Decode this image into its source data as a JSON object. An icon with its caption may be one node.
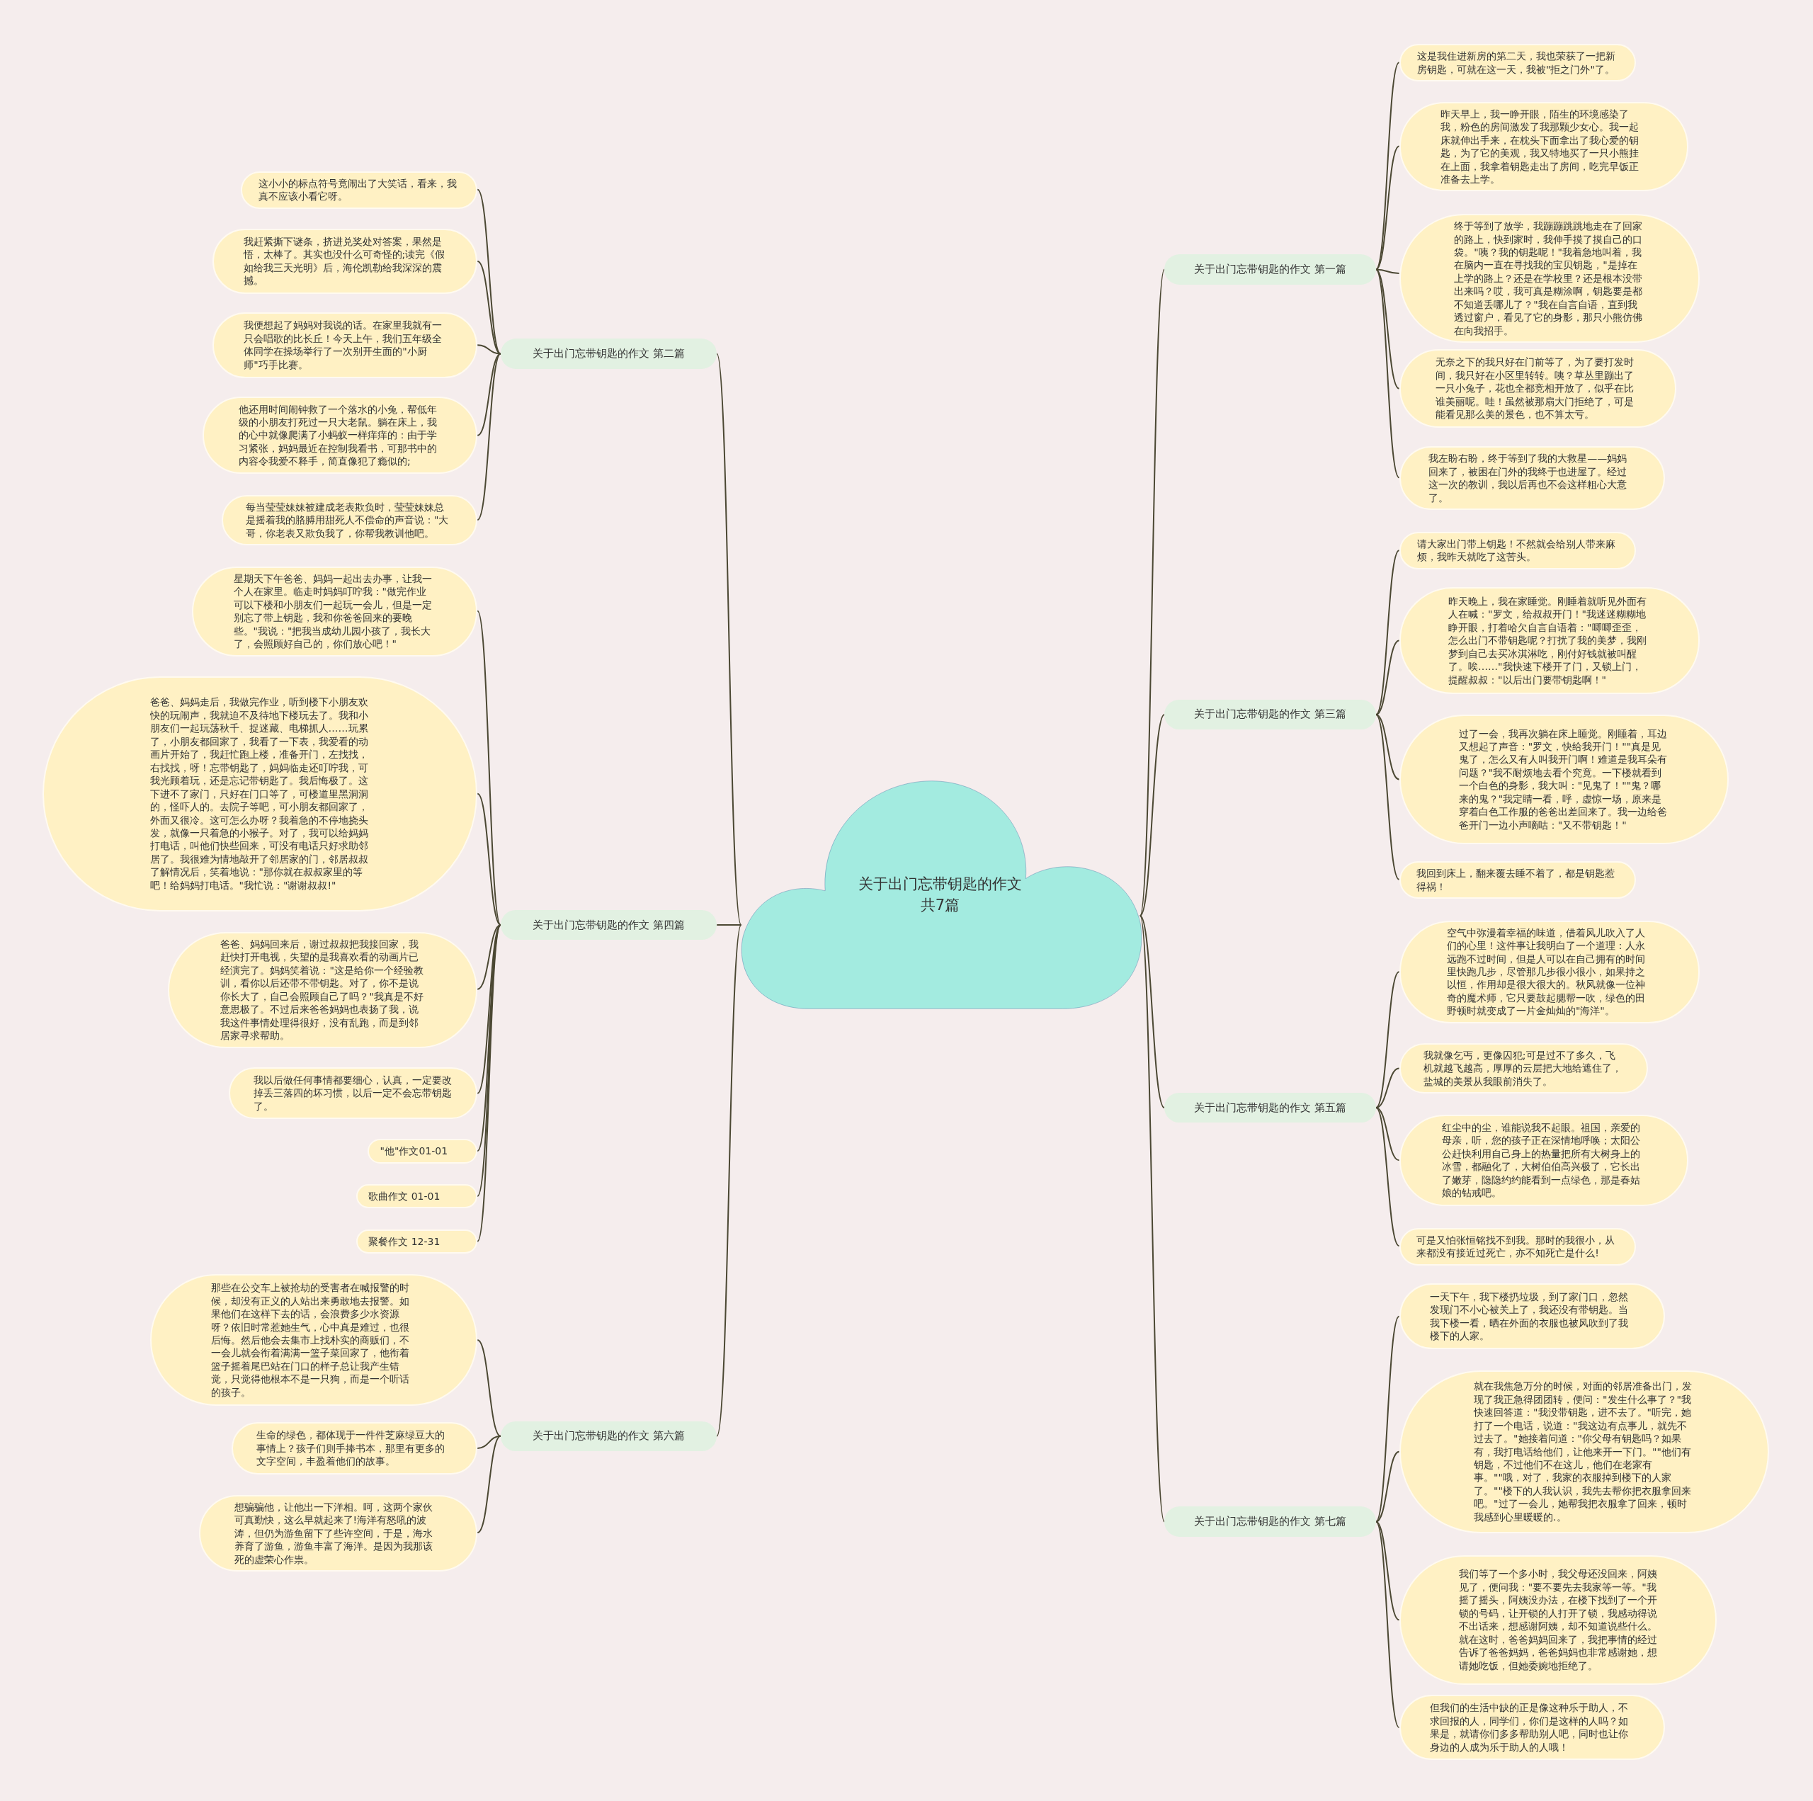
{
  "diagram": {
    "nodes": [
      {
        "text": [
          "关于出门忘带钥匙的作文共7篇"
        ]
      },
      {
        "text": [
          "关于出门忘带钥匙的作文 第一篇"
        ]
      },
      {
        "text": [
          "这是我住进新房的第二天，我也荣获了一把新房钥匙，可就在这一天，我被\"拒之门外\"了。"
        ]
      },
      {
        "text": [
          "昨天早上，我一睁开眼，陌生的环境感染了我，粉色的房间激发了我那颗少女心。我一起床就伸出手来，在枕头下面拿出了我心爱的钥匙，为了它的美观，我又特地买了一只小熊挂在上面，我拿着钥匙走出了房间，吃完早饭正准备去上学。"
        ]
      },
      {
        "text": [
          "终于等到了放学，我蹦蹦跳跳地走在了回家的路上，快到家时，我伸手摸了摸自己的口袋。\"咦？我的钥匙呢！\"我着急地叫着，我在脑内一直在寻找我的宝贝钥匙，\"是掉在上学的路上？还是在学校里？还是根本没带出来吗？哎，我可真是糊涂啊，钥匙要是都不知道丢哪儿了？\"我在自言自语，直到我透过窗户，看见了它的身影，那只小熊仿佛在向我招手。"
        ]
      },
      {
        "text": [
          "无奈之下的我只好在门前等了，为了要打发时间，我只好在小区里转转。咦？草丛里蹦出了一只小兔子，花也全都竞相开放了，似乎在比谁美丽呢。哇！虽然被那扇大门拒绝了，可是能看见那么美的景色，也不算太亏。"
        ]
      },
      {
        "text": [
          "我左盼右盼，终于等到了我的大救星——妈妈回来了，被困在门外的我终于也进屋了。经过这一次的教训，我以后再也不会这样粗心大意了。"
        ]
      },
      {
        "text": [
          "关于出门忘带钥匙的作文 第二篇"
        ]
      },
      {
        "text": [
          "这小小的标点符号竟闹出了大笑话，看来，我真不应该小看它呀。"
        ]
      },
      {
        "text": [
          "我赶紧撕下谜条，挤进兑奖处对答案，果然是悟，太棒了。其实也没什么可奇怪的;读完《假如给我三天光明》后，海伦凯勒给我深深的震撼。"
        ]
      },
      {
        "text": [
          "我便想起了妈妈对我说的话。在家里我就有一只会唱歌的比长丘！今天上午，我们五年级全体同学在操场举行了一次别开生面的\"小厨师\"巧手比赛。"
        ]
      },
      {
        "text": [
          "他还用时间闹钟救了一个落水的小兔，帮低年级的小朋友打死过一只大老鼠。躺在床上，我的心中就像爬满了小蚂蚁一样痒痒的：由于学习紧张，妈妈最近在控制我看书，可那书中的内容令我爱不释手，简直像犯了瘾似的;"
        ]
      },
      {
        "text": [
          "每当莹莹妹妹被建成老表欺负时，莹莹妹妹总是摇着我的胳膊用甜死人不偿命的声音说：\"大哥，你老表又欺负我了，你帮我教训他吧。"
        ]
      },
      {
        "text": [
          "关于出门忘带钥匙的作文 第三篇"
        ]
      },
      {
        "text": [
          "请大家出门带上钥匙！不然就会给别人带来麻烦，我昨天就吃了这苦头。"
        ]
      },
      {
        "text": [
          "昨天晚上，我在家睡觉。刚睡着就听见外面有人在喊：\"罗文，给叔叔开门！\"我迷迷糊糊地睁开眼，打着哈欠自言自语着：\"唧唧歪歪，怎么出门不带钥匙呢？打扰了我的美梦，我刚梦到自己去买冰淇淋吃，刚付好钱就被叫醒了。唉……\"我快速下楼开了门，又锁上门，提醒叔叔：\"以后出门要带钥匙啊！\""
        ]
      },
      {
        "text": [
          "过了一会，我再次躺在床上睡觉。刚睡着，耳边又想起了声音：\"罗文，快给我开门！\"\"真是见鬼了，怎么又有人叫我开门啊！难道是我耳朵有问题？\"我不耐烦地去看个究竟。一下楼就看到一个白色的身影，我大叫：\"见鬼了！\"\"鬼？哪来的鬼？\"我定睛一看，呼，虚惊一场，原来是穿着白色工作服的爸爸出差回来了。我一边给爸爸开门一边小声嘀咕：\"又不带钥匙！\""
        ]
      },
      {
        "text": [
          "我回到床上，翻来覆去睡不着了，都是钥匙惹得祸！"
        ]
      },
      {
        "text": [
          "关于出门忘带钥匙的作文 第四篇"
        ]
      },
      {
        "text": [
          "星期天下午爸爸、妈妈一起出去办事，让我一个人在家里。临走时妈妈叮咛我：\"做完作业可以下楼和小朋友们一起玩一会儿，但是一定别忘了带上钥匙，我和你爸爸回来的要晚些。\"我说：\"把我当成幼儿园小孩了，我长大了，会照顾好自己的，你们放心吧！\""
        ]
      },
      {
        "text": [
          "爸爸、妈妈走后，我做完作业，听到楼下小朋友欢快的玩闹声，我就迫不及待地下楼玩去了。我和小朋友们一起玩荡秋千、捉迷藏、电梯抓人……玩累了，小朋友都回家了，我看了一下表，我爱看的动画片开始了，我赶忙跑上楼，准备开门，左找找，右找找，呀！忘带钥匙了，妈妈临走还叮咛我，可我光顾着玩，还是忘记带钥匙了。我后悔极了。这下进不了家门，只好在门口等了，可楼道里黑洞洞的，怪吓人的。去院子等吧，可小朋友都回家了，外面又很冷。这可怎么办呀？我着急的不停地挠头发，就像一只着急的小猴子。对了，我可以给妈妈打电话，叫他们快些回来，可没有电话只好求助邻居了。我很难为情地敲开了邻居家的门，邻居叔叔了解情况后，笑着地说：\"那你就在叔叔家里的等吧！给妈妈打电话。\"我忙说：\"谢谢叔叔!\""
        ]
      },
      {
        "text": [
          "爸爸、妈妈回来后，谢过叔叔把我接回家，我赶快打开电视，失望的是我喜欢看的动画片已经演完了。妈妈笑着说：\"这是给你一个经验教训，看你以后还带不带钥匙。对了，你不是说你长大了，自己会照顾自己了吗？\"我真是不好意思极了。不过后来爸爸妈妈也表扬了我，说我这件事情处理得很好，没有乱跑，而是到邻居家寻求帮助。"
        ]
      },
      {
        "text": [
          "我以后做任何事情都要细心，认真，一定要改掉丢三落四的坏习惯，以后一定不会忘带钥匙了。"
        ]
      },
      {
        "text": [
          "\"他\"作文01-01"
        ]
      },
      {
        "text": [
          "歌曲作文 01-01"
        ]
      },
      {
        "text": [
          "聚餐作文 12-31"
        ]
      },
      {
        "text": [
          "关于出门忘带钥匙的作文 第五篇"
        ]
      },
      {
        "text": [
          "空气中弥漫着幸福的味道，借着风儿吹入了人们的心里！这件事让我明白了一个道理：人永远跑不过时间，但是人可以在自己拥有的时间里快跑几步，尽管那几步很小很小，如果持之以恒，作用却是很大很大的。秋风就像一位神奇的魔术师，它只要鼓起腮帮一吹，绿色的田野顿时就变成了一片金灿灿的\"海洋\"。"
        ]
      },
      {
        "text": [
          "我就像乞丐，更像囚犯;可是过不了多久，飞机就越飞越高，厚厚的云层把大地给遮住了，盐城的美景从我眼前消失了。"
        ]
      },
      {
        "text": [
          "红尘中的尘，谁能说我不起眼。祖国，亲爱的母亲，听，您的孩子正在深情地呼唤；太阳公公赶快利用自己身上的热量把所有大树身上的冰雪，都融化了，大树伯伯高兴极了，它长出了嫩芽，隐隐约约能看到一点绿色，那是春姑娘的钻戒吧。"
        ]
      },
      {
        "text": [
          "可是又怕张恒铭找不到我。那时的我很小，从来都没有接近过死亡，亦不知死亡是什么!"
        ]
      },
      {
        "text": [
          "关于出门忘带钥匙的作文 第六篇"
        ]
      },
      {
        "text": [
          "那些在公交车上被抢劫的受害者在喊报警的时候，却没有正义的人站出来勇敢地去报警。如果他们在这样下去的话，会浪费多少水资源呀？依旧时常惹她生气，心中真是难过，也很后悔。然后他会去集市上找朴实的商贩们，不一会儿就会衔着满满一篮子菜回家了，他衔着篮子摇着尾巴站在门口的样子总让我产生错觉，只觉得他根本不是一只狗，而是一个听话的孩子。"
        ]
      },
      {
        "text": [
          "生命的绿色，都体现于一件件芝麻绿豆大的事情上？孩子们则手捧书本，那里有更多的文字空间，丰盈着他们的故事。"
        ]
      },
      {
        "text": [
          "想骗骗他，让他出一下洋相。呵，这两个家伙可真勤快，这么早就起来了!海洋有怒吼的波涛，但仍为游鱼留下了些许空间，于是，海水养育了游鱼，游鱼丰富了海洋。是因为我那该死的虚荣心作祟。"
        ]
      },
      {
        "text": [
          "关于出门忘带钥匙的作文 第七篇"
        ]
      },
      {
        "text": [
          "一天下午，我下楼扔垃圾，到了家门口，忽然发现门不小心被关上了，我还没有带钥匙。当我下楼一看，晒在外面的衣服也被风吹到了我楼下的人家。"
        ]
      },
      {
        "text": [
          "就在我焦急万分的时候，对面的邻居准备出门，发现了我正急得团团转，便问：\"发生什么事了？\"我快速回答道：\"我没带钥匙，进不去了。\"听完，她打了一个电话，说道：\"我这边有点事儿，就先不过去了。\"她接着问道：\"你父母有钥匙吗？如果有，我打电话给他们，让他来开一下门。\"\"他们有钥匙，不过他们不在这儿，他们在老家有事。\"\"哦，对了，我家的衣服掉到楼下的人家了。\"\"楼下的人我认识，我先去帮你把衣服拿回来吧。\"过了一会儿，她帮我把衣服拿了回来，顿时我感到心里暖暖的.。"
        ]
      },
      {
        "text": [
          "我们等了一个多小时，我父母还没回来，阿姨见了，便问我：\"要不要先去我家等一等。\"我摇了摇头，阿姨没办法，在楼下找到了一个开锁的号码，让开锁的人打开了锁，我感动得说不出话来，想感谢阿姨，却不知道说些什么。就在这时，爸爸妈妈回来了，我把事情的经过告诉了爸爸妈妈，爸爸妈妈也非常感谢她，想请她吃饭，但她委婉地拒绝了。"
        ]
      },
      {
        "text": [
          "但我们的生活中缺的正是像这种乐于助人，不求回报的人，同学们，你们是这样的人吗？如果是，就请你们多多帮助别人吧，同时也让你身边的人成为乐于助人的人哦！"
        ]
      }
    ],
    "edges": [
      {
        "from": 0,
        "to": 1,
        "arrow": "none"
      },
      {
        "from": 1,
        "to": 2,
        "arrow": "none"
      },
      {
        "from": 1,
        "to": 3,
        "arrow": "none"
      },
      {
        "from": 1,
        "to": 4,
        "arrow": "none"
      },
      {
        "from": 1,
        "to": 5,
        "arrow": "none"
      },
      {
        "from": 1,
        "to": 6,
        "arrow": "none"
      },
      {
        "from": 0,
        "to": 7,
        "arrow": "none"
      },
      {
        "from": 7,
        "to": 8,
        "arrow": "none"
      },
      {
        "from": 7,
        "to": 9,
        "arrow": "none"
      },
      {
        "from": 7,
        "to": 10,
        "arrow": "none"
      },
      {
        "from": 7,
        "to": 11,
        "arrow": "none"
      },
      {
        "from": 7,
        "to": 12,
        "arrow": "none"
      },
      {
        "from": 0,
        "to": 13,
        "arrow": "none"
      },
      {
        "from": 13,
        "to": 14,
        "arrow": "none"
      },
      {
        "from": 13,
        "to": 15,
        "arrow": "none"
      },
      {
        "from": 13,
        "to": 16,
        "arrow": "none"
      },
      {
        "from": 13,
        "to": 17,
        "arrow": "none"
      },
      {
        "from": 0,
        "to": 18,
        "arrow": "none"
      },
      {
        "from": 18,
        "to": 19,
        "arrow": "none"
      },
      {
        "from": 18,
        "to": 20,
        "arrow": "none"
      },
      {
        "from": 18,
        "to": 21,
        "arrow": "none"
      },
      {
        "from": 18,
        "to": 22,
        "arrow": "none"
      },
      {
        "from": 18,
        "to": 23,
        "arrow": "none"
      },
      {
        "from": 18,
        "to": 24,
        "arrow": "none"
      },
      {
        "from": 18,
        "to": 25,
        "arrow": "none"
      },
      {
        "from": 0,
        "to": 26,
        "arrow": "none"
      },
      {
        "from": 26,
        "to": 27,
        "arrow": "none"
      },
      {
        "from": 26,
        "to": 28,
        "arrow": "none"
      },
      {
        "from": 26,
        "to": 29,
        "arrow": "none"
      },
      {
        "from": 26,
        "to": 30,
        "arrow": "none"
      },
      {
        "from": 0,
        "to": 31,
        "arrow": "none"
      },
      {
        "from": 31,
        "to": 32,
        "arrow": "none"
      },
      {
        "from": 31,
        "to": 33,
        "arrow": "none"
      },
      {
        "from": 31,
        "to": 34,
        "arrow": "none"
      },
      {
        "from": 0,
        "to": 35,
        "arrow": "none"
      },
      {
        "from": 35,
        "to": 36,
        "arrow": "none"
      },
      {
        "from": 35,
        "to": 37,
        "arrow": "none"
      },
      {
        "from": 35,
        "to": 38,
        "arrow": "none"
      },
      {
        "from": 35,
        "to": 39,
        "arrow": "none"
      }
    ]
  }
}
